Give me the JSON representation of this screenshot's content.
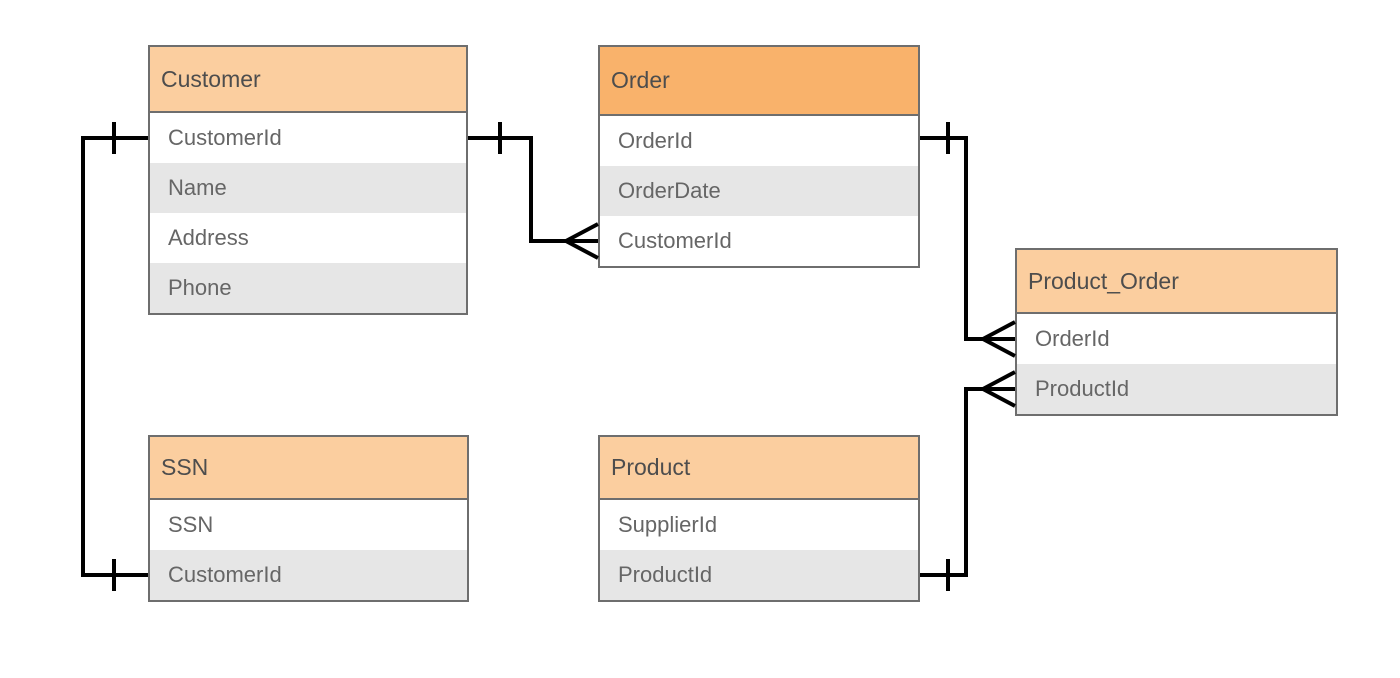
{
  "tables": [
    {
      "title": "Customer",
      "rows": [
        "CustomerId",
        "Name",
        "Address",
        "Phone"
      ]
    },
    {
      "title": "Order",
      "rows": [
        "OrderId",
        "OrderDate",
        "CustomerId"
      ]
    },
    {
      "title": "Product_Order",
      "rows": [
        "OrderId",
        "ProductId"
      ]
    },
    {
      "title": "SSN",
      "rows": [
        "SSN",
        "CustomerId"
      ]
    },
    {
      "title": "Product",
      "rows": [
        "SupplierId",
        "ProductId"
      ]
    }
  ],
  "relationships": [
    {
      "from_table": "Customer",
      "from_field": "CustomerId",
      "to_table": "Order",
      "to_field": "CustomerId",
      "from_cardinality": "one",
      "to_cardinality": "many"
    },
    {
      "from_table": "Customer",
      "from_field": "CustomerId",
      "to_table": "SSN",
      "to_field": "CustomerId",
      "from_cardinality": "one",
      "to_cardinality": "one"
    },
    {
      "from_table": "Order",
      "from_field": "OrderId",
      "to_table": "Product_Order",
      "to_field": "OrderId",
      "from_cardinality": "one",
      "to_cardinality": "many"
    },
    {
      "from_table": "Product",
      "from_field": "ProductId",
      "to_table": "Product_Order",
      "to_field": "ProductId",
      "from_cardinality": "one",
      "to_cardinality": "many"
    }
  ],
  "colors": {
    "header_fill": "#FBCE9F",
    "order_header_fill": "#F9B26B",
    "alt_row_fill": "#E6E6E6",
    "row_fill": "#FFFFFF",
    "table_border": "#6E6E6E",
    "header_text": "#4D4D4D",
    "row_text": "#666666",
    "connector": "#000000",
    "canvas_background": "#FFFFFF"
  }
}
